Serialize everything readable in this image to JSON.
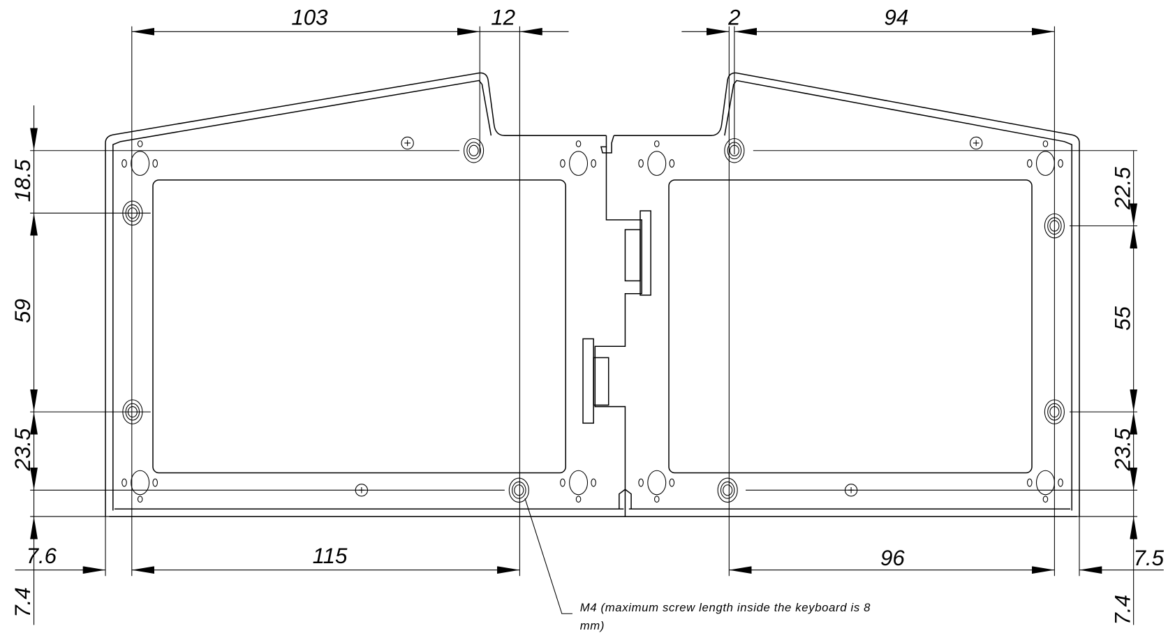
{
  "drawing": {
    "top_dimensions": [
      "103",
      "12",
      "2",
      "94"
    ],
    "left_dimensions": [
      "18.5",
      "59",
      "23.5",
      "7.4"
    ],
    "right_dimensions": [
      "22.5",
      "55",
      "23.5",
      "7.4"
    ],
    "bottom_dimensions": [
      "7.6",
      "115",
      "96",
      "7.5"
    ],
    "annotation": {
      "line1": "M4 (maximum screw length inside the keyboard is 8",
      "line2": "mm)"
    },
    "stroke_color": "#000000",
    "background_color": "#ffffff"
  }
}
